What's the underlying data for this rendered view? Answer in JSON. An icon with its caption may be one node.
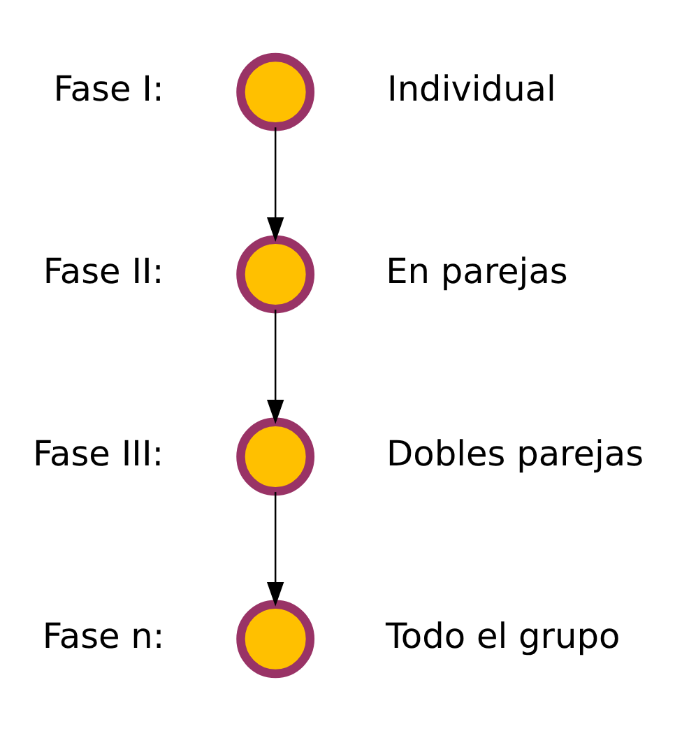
{
  "diagram": {
    "nodes": [
      {
        "text": [],
        "shape": "circle",
        "beside": [
          "Fase I:",
          "Individual"
        ]
      },
      {
        "text": [],
        "shape": "circle",
        "beside": [
          "Fase II:",
          "En parejas"
        ]
      },
      {
        "text": [],
        "shape": "circle",
        "beside": [
          "Fase III:",
          "Dobles parejas"
        ]
      },
      {
        "text": [],
        "shape": "circle",
        "beside": [
          "Fase n:",
          "Todo el grupo"
        ]
      }
    ],
    "edges": [
      {
        "from": 0,
        "to": 1,
        "arrow": "to"
      },
      {
        "from": 1,
        "to": 2,
        "arrow": "to"
      },
      {
        "from": 2,
        "to": 3,
        "arrow": "to"
      }
    ]
  }
}
